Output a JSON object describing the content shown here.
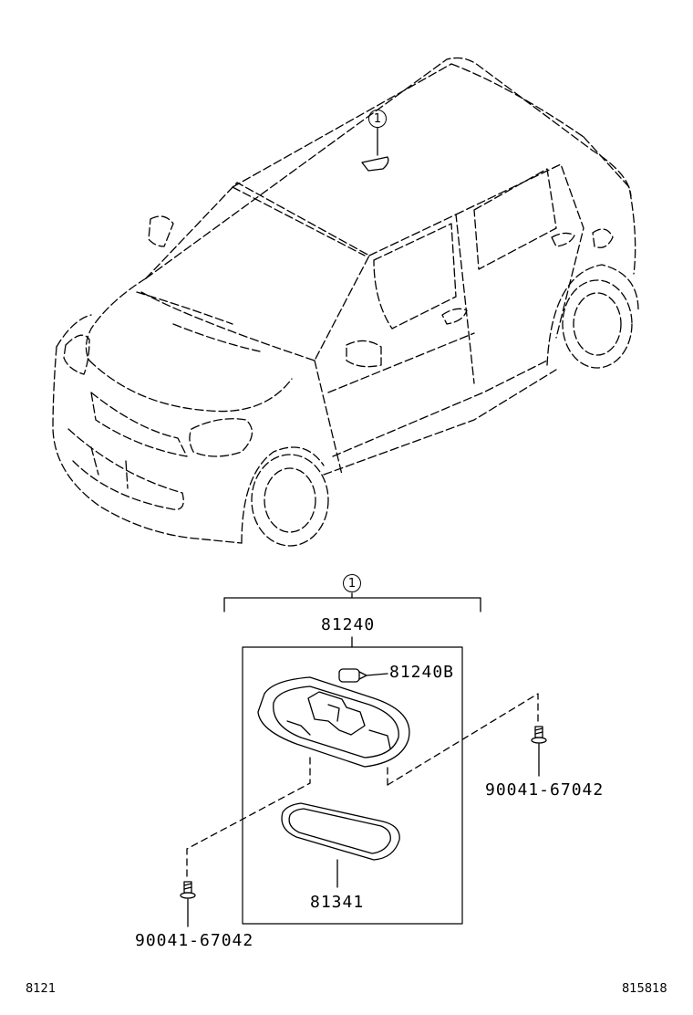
{
  "callouts": {
    "car_marker": "1",
    "group_marker": "1"
  },
  "parts": {
    "assembly": "81240",
    "bulb": "81240B",
    "lens": "81341",
    "screw_right": "90041-67042",
    "screw_left": "90041-67042"
  },
  "footer": {
    "left_code": "8121",
    "right_code": "815818"
  }
}
